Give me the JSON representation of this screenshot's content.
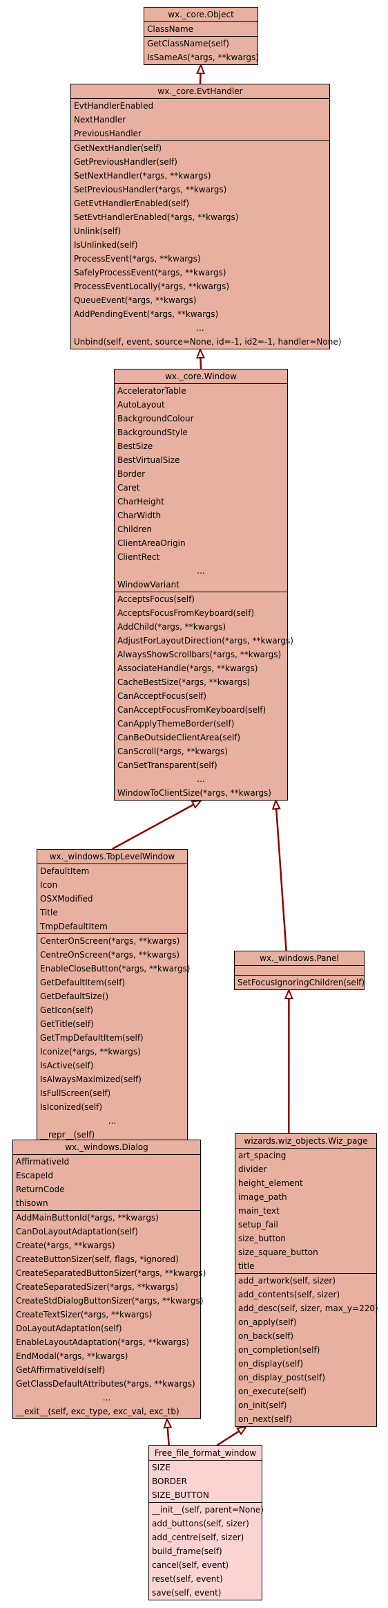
{
  "classes": [
    {
      "id": "object",
      "title": "wx._core.Object",
      "attributes": [
        "ClassName"
      ],
      "methods": [
        "GetClassName(self)",
        "IsSameAs(*args, **kwargs)"
      ]
    },
    {
      "id": "evthandler",
      "title": "wx._core.EvtHandler",
      "attributes": [
        "EvtHandlerEnabled",
        "NextHandler",
        "PreviousHandler"
      ],
      "methods": [
        "GetNextHandler(self)",
        "GetPreviousHandler(self)",
        "SetNextHandler(*args, **kwargs)",
        "SetPreviousHandler(*args, **kwargs)",
        "GetEvtHandlerEnabled(self)",
        "SetEvtHandlerEnabled(*args, **kwargs)",
        "Unlink(self)",
        "IsUnlinked(self)",
        "ProcessEvent(*args, **kwargs)",
        "SafelyProcessEvent(*args, **kwargs)",
        "ProcessEventLocally(*args, **kwargs)",
        "QueueEvent(*args, **kwargs)",
        "AddPendingEvent(*args, **kwargs)",
        "...",
        "Unbind(self, event, source=None, id=-1, id2=-1, handler=None)"
      ]
    },
    {
      "id": "window",
      "title": "wx._core.Window",
      "attributes": [
        "AcceleratorTable",
        "AutoLayout",
        "BackgroundColour",
        "BackgroundStyle",
        "BestSize",
        "BestVirtualSize",
        "Border",
        "Caret",
        "CharHeight",
        "CharWidth",
        "Children",
        "ClientAreaOrigin",
        "ClientRect",
        "...",
        "WindowVariant"
      ],
      "methods": [
        "AcceptsFocus(self)",
        "AcceptsFocusFromKeyboard(self)",
        "AddChild(*args, **kwargs)",
        "AdjustForLayoutDirection(*args, **kwargs)",
        "AlwaysShowScrollbars(*args, **kwargs)",
        "AssociateHandle(*args, **kwargs)",
        "CacheBestSize(*args, **kwargs)",
        "CanAcceptFocus(self)",
        "CanAcceptFocusFromKeyboard(self)",
        "CanApplyThemeBorder(self)",
        "CanBeOutsideClientArea(self)",
        "CanScroll(*args, **kwargs)",
        "CanSetTransparent(self)",
        "...",
        "WindowToClientSize(*args, **kwargs)"
      ]
    },
    {
      "id": "toplevel",
      "title": "wx._windows.TopLevelWindow",
      "attributes": [
        "DefaultItem",
        "Icon",
        "OSXModified",
        "Title",
        "TmpDefaultItem"
      ],
      "methods": [
        "CenterOnScreen(*args, **kwargs)",
        "CentreOnScreen(*args, **kwargs)",
        "EnableCloseButton(*args, **kwargs)",
        "GetDefaultItem(self)",
        "GetDefaultSize()",
        "GetIcon(self)",
        "GetTitle(self)",
        "GetTmpDefaultItem(self)",
        "Iconize(*args, **kwargs)",
        "IsActive(self)",
        "IsAlwaysMaximized(self)",
        "IsFullScreen(self)",
        "IsIconized(self)",
        "...",
        "__repr__(self)"
      ]
    },
    {
      "id": "panel",
      "title": "wx._windows.Panel",
      "attributes": [],
      "methods": [
        "SetFocusIgnoringChildren(self)"
      ]
    },
    {
      "id": "dialog",
      "title": "wx._windows.Dialog",
      "attributes": [
        "AffirmativeId",
        "EscapeId",
        "ReturnCode",
        "thisown"
      ],
      "methods": [
        "AddMainButtonId(*args, **kwargs)",
        "CanDoLayoutAdaptation(self)",
        "Create(*args, **kwargs)",
        "CreateButtonSizer(self, flags, *ignored)",
        "CreateSeparatedButtonSizer(*args, **kwargs)",
        "CreateSeparatedSizer(*args, **kwargs)",
        "CreateStdDialogButtonSizer(*args, **kwargs)",
        "CreateTextSizer(*args, **kwargs)",
        "DoLayoutAdaptation(self)",
        "EnableLayoutAdaptation(*args, **kwargs)",
        "EndModal(*args, **kwargs)",
        "GetAffirmativeId(self)",
        "GetClassDefaultAttributes(*args, **kwargs)",
        "...",
        "__exit__(self, exc_type, exc_val, exc_tb)"
      ]
    },
    {
      "id": "wizpage",
      "title": "wizards.wiz_objects.Wiz_page",
      "attributes": [
        "art_spacing",
        "divider",
        "height_element",
        "image_path",
        "main_text",
        "setup_fail",
        "size_button",
        "size_square_button",
        "title"
      ],
      "methods": [
        "add_artwork(self, sizer)",
        "add_contents(self, sizer)",
        "add_desc(self, sizer, max_y=220)",
        "on_apply(self)",
        "on_back(self)",
        "on_completion(self)",
        "on_display(self)",
        "on_display_post(self)",
        "on_execute(self)",
        "on_init(self)",
        "on_next(self)"
      ]
    },
    {
      "id": "freefile",
      "title": "Free_file_format_window",
      "attributes": [
        "SIZE",
        "BORDER",
        "SIZE_BUTTON"
      ],
      "methods": [
        "__init__(self, parent=None)",
        "add_buttons(self, sizer)",
        "add_centre(self, sizer)",
        "build_frame(self)",
        "cancel(self, event)",
        "reset(self, event)",
        "save(self, event)"
      ]
    }
  ],
  "edges": [
    {
      "from": "evthandler",
      "to": "object"
    },
    {
      "from": "window",
      "to": "evthandler"
    },
    {
      "from": "toplevel",
      "to": "window"
    },
    {
      "from": "panel",
      "to": "window"
    },
    {
      "from": "dialog",
      "to": "toplevel"
    },
    {
      "from": "wizpage",
      "to": "panel"
    },
    {
      "from": "freefile",
      "to": "dialog"
    },
    {
      "from": "freefile",
      "to": "wizpage"
    }
  ],
  "colors": {
    "box": "#e7b0a0",
    "focus_box": "#fcd3d3",
    "edge": "#8b0000"
  }
}
